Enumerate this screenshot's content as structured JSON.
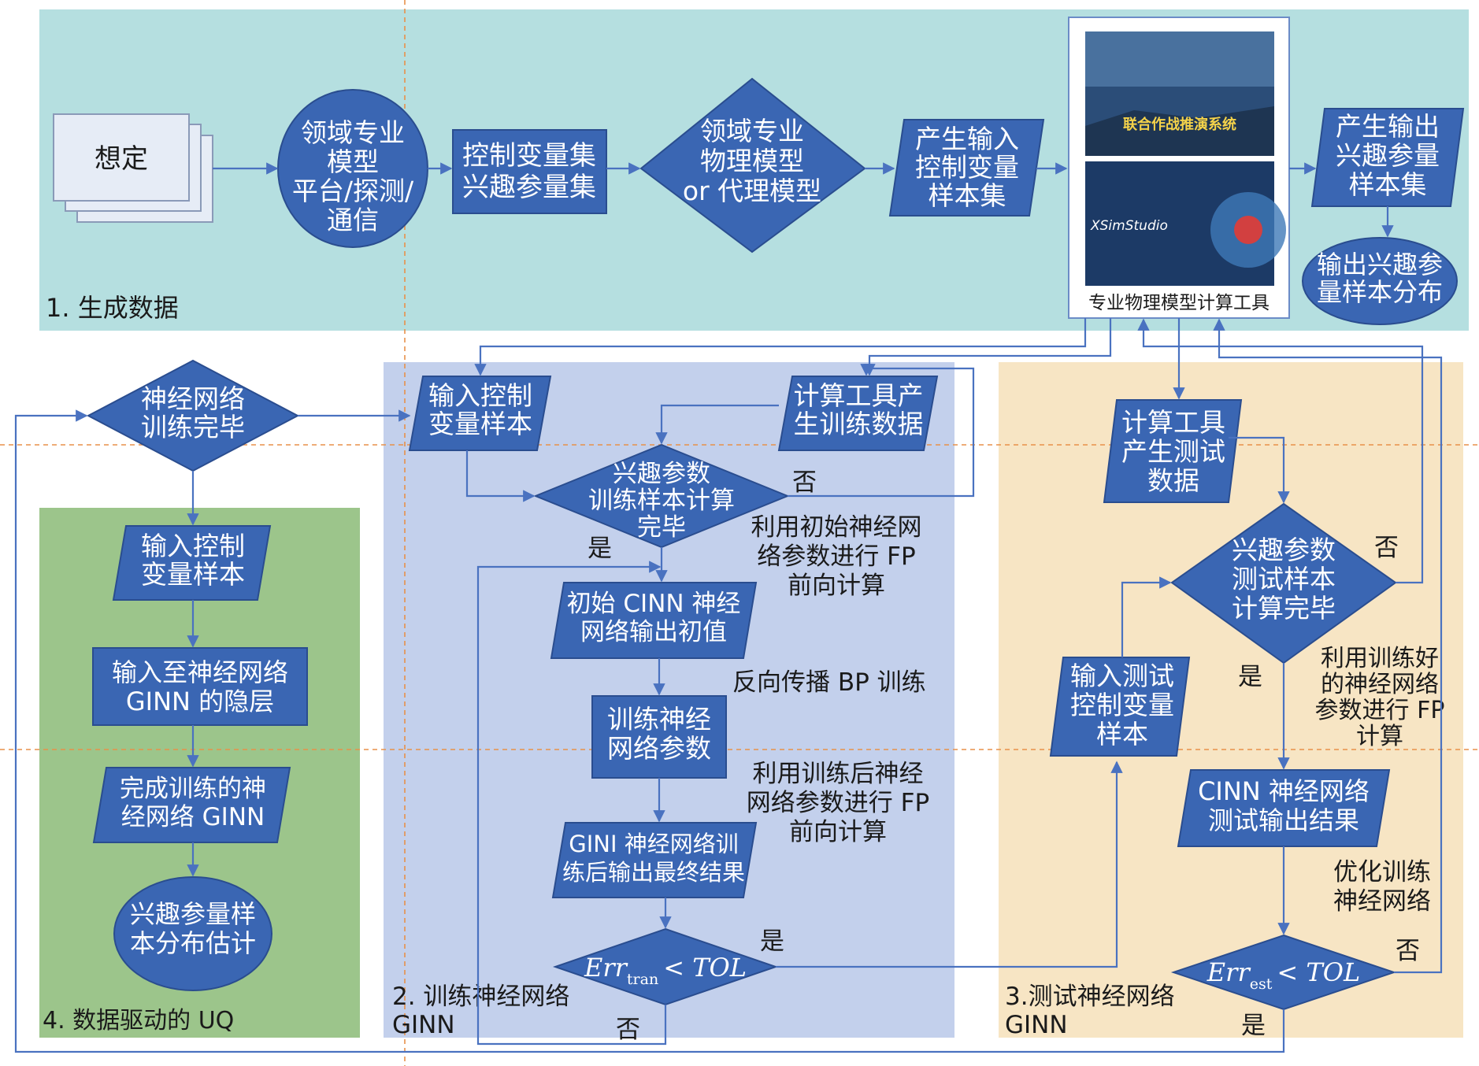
{
  "regions": {
    "generate": "1. 生成数据",
    "train": "2. 训练神经网络 GINN",
    "test": "3.测试神经网络 GINN",
    "uq": "4. 数据驱动的 UQ"
  },
  "nodes": {
    "scenario": "想定",
    "domain_model_platform": [
      "领域专业",
      "模型",
      "平台/探测/",
      "通信"
    ],
    "control_interest_sets": [
      "控制变量集",
      "兴趣参量集"
    ],
    "physics_or_surrogate": [
      "领域专业",
      "物理模型",
      "or 代理模型"
    ],
    "gen_control_samples": [
      "产生输入",
      "控制变量",
      "样本集"
    ],
    "tool_caption": "专业物理模型计算工具",
    "tool_image_top_title": "联合作战推演系统",
    "tool_image_bottom_title": "XSimStudio",
    "gen_output_samples": [
      "产生输出",
      "兴趣参量",
      "样本集"
    ],
    "output_distribution": [
      "输出兴趣参",
      "量样本分布"
    ],
    "nn_trained_check": [
      "神经网络",
      "训练完毕"
    ],
    "input_control_samples_train": [
      "输入控制",
      "变量样本"
    ],
    "tool_training_data": [
      "计算工具产",
      "生训练数据"
    ],
    "train_samples_done": [
      "兴趣参数",
      "训练样本计算",
      "完毕"
    ],
    "initial_cinn_output": [
      "初始 CINN 神经",
      "网络输出初值"
    ],
    "train_nn_params": [
      "训练神经",
      "网络参数"
    ],
    "gini_final_output": [
      "GINI 神经网络训",
      "练后输出最终结果"
    ],
    "err_tran": {
      "main": "Err",
      "sub": "tran",
      "rest": "< TOL"
    },
    "tool_test_data": [
      "计算工具",
      "产生测试",
      "数据"
    ],
    "test_samples_done": [
      "兴趣参数",
      "测试样本",
      "计算完毕"
    ],
    "input_test_samples": [
      "输入测试",
      "控制变量",
      "样本"
    ],
    "cinn_test_output": [
      "CINN 神经网络",
      "测试输出结果"
    ],
    "err_est": {
      "main": "Err",
      "sub": "est",
      "rest": "< TOL"
    },
    "uq_input_samples": [
      "输入控制",
      "变量样本"
    ],
    "uq_input_hidden": [
      "输入至神经网络",
      "GINN 的隐层"
    ],
    "uq_trained_ginn": [
      "完成训练的神",
      "经网络 GINN"
    ],
    "uq_estimate": [
      "兴趣参量样",
      "本分布估计"
    ]
  },
  "labels": {
    "no_1": "否",
    "yes_1": "是",
    "init_fp": [
      "利用初始神经网",
      "络参数进行 FP",
      "前向计算"
    ],
    "bp_train": "反向传播 BP 训练",
    "trained_fp": [
      "利用训练后神经",
      "网络参数进行 FP",
      "前向计算"
    ],
    "yes_2": "是",
    "no_2": "否",
    "no_3": "否",
    "yes_3": "是",
    "well_trained_fp": [
      "利用训练好",
      "的神经网络",
      "参数进行 FP",
      "计算"
    ],
    "optimize": [
      "优化训练",
      "神经网络"
    ],
    "no_4": "否",
    "yes_4": "是"
  },
  "colors": {
    "generate_bg": "#b5dfe0",
    "train_bg": "#c3d0ec",
    "test_bg": "#f7e5c4",
    "uq_bg": "#9cc58b",
    "shape": "#3a66b3",
    "edge": "#4a72c0"
  }
}
